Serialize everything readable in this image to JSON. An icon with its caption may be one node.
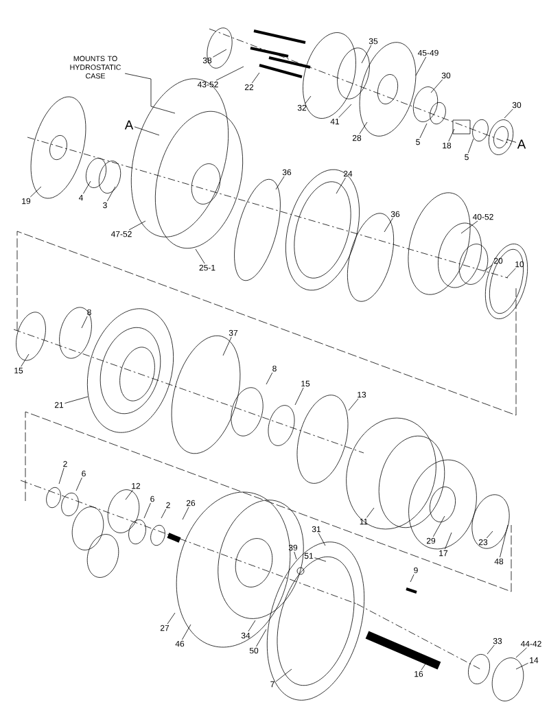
{
  "diagram": {
    "nodes": [
      {
        "text": [
          "MOUNTS TO HYDROSTATIC CASE"
        ]
      },
      {
        "text": [
          "A"
        ]
      },
      {
        "text": [
          "38"
        ]
      },
      {
        "text": [
          "43-52"
        ]
      },
      {
        "text": [
          "22"
        ]
      },
      {
        "text": [
          "35"
        ]
      },
      {
        "text": [
          "45-49"
        ]
      },
      {
        "text": [
          "30"
        ]
      },
      {
        "text": [
          "32"
        ]
      },
      {
        "text": [
          "41"
        ]
      },
      {
        "text": [
          "28"
        ]
      },
      {
        "text": [
          "5"
        ]
      },
      {
        "text": [
          "18"
        ]
      },
      {
        "text": [
          "5"
        ]
      },
      {
        "text": [
          "30"
        ]
      },
      {
        "text": [
          "A"
        ]
      },
      {
        "text": [
          "19"
        ]
      },
      {
        "text": [
          "4"
        ]
      },
      {
        "text": [
          "3"
        ]
      },
      {
        "text": [
          "47-52"
        ]
      },
      {
        "text": [
          "25-1"
        ]
      },
      {
        "text": [
          "36"
        ]
      },
      {
        "text": [
          "24"
        ]
      },
      {
        "text": [
          "36"
        ]
      },
      {
        "text": [
          "40-52"
        ]
      },
      {
        "text": [
          "20"
        ]
      },
      {
        "text": [
          "10"
        ]
      },
      {
        "text": [
          "15"
        ]
      },
      {
        "text": [
          "8"
        ]
      },
      {
        "text": [
          "21"
        ]
      },
      {
        "text": [
          "37"
        ]
      },
      {
        "text": [
          "8"
        ]
      },
      {
        "text": [
          "15"
        ]
      },
      {
        "text": [
          "13"
        ]
      },
      {
        "text": [
          "2"
        ]
      },
      {
        "text": [
          "6"
        ]
      },
      {
        "text": [
          "12"
        ]
      },
      {
        "text": [
          "6"
        ]
      },
      {
        "text": [
          "2"
        ]
      },
      {
        "text": [
          "26"
        ]
      },
      {
        "text": [
          "11"
        ]
      },
      {
        "text": [
          "29"
        ]
      },
      {
        "text": [
          "17"
        ]
      },
      {
        "text": [
          "23"
        ]
      },
      {
        "text": [
          "48"
        ]
      },
      {
        "text": [
          "31"
        ]
      },
      {
        "text": [
          "39"
        ]
      },
      {
        "text": [
          "51"
        ]
      },
      {
        "text": [
          "9"
        ]
      },
      {
        "text": [
          "27"
        ]
      },
      {
        "text": [
          "46"
        ]
      },
      {
        "text": [
          "34"
        ]
      },
      {
        "text": [
          "50"
        ]
      },
      {
        "text": [
          "7"
        ]
      },
      {
        "text": [
          "16"
        ]
      },
      {
        "text": [
          "33"
        ]
      },
      {
        "text": [
          "44-42"
        ]
      },
      {
        "text": [
          "14"
        ]
      }
    ],
    "edges": [
      {
        "from": 0,
        "to": null,
        "arrow": "none"
      },
      {
        "from": 1,
        "to": null,
        "arrow": "none"
      },
      {
        "from": 2,
        "to": null,
        "arrow": "none"
      },
      {
        "from": 3,
        "to": null,
        "arrow": "none"
      },
      {
        "from": 4,
        "to": null,
        "arrow": "none"
      },
      {
        "from": 5,
        "to": null,
        "arrow": "none"
      },
      {
        "from": 6,
        "to": null,
        "arrow": "none"
      },
      {
        "from": 7,
        "to": null,
        "arrow": "none"
      },
      {
        "from": 8,
        "to": null,
        "arrow": "none"
      },
      {
        "from": 9,
        "to": null,
        "arrow": "none"
      },
      {
        "from": 10,
        "to": null,
        "arrow": "none"
      },
      {
        "from": 11,
        "to": null,
        "arrow": "none"
      },
      {
        "from": 12,
        "to": null,
        "arrow": "none"
      },
      {
        "from": 13,
        "to": null,
        "arrow": "none"
      },
      {
        "from": 14,
        "to": null,
        "arrow": "none"
      },
      {
        "from": 15,
        "to": null,
        "arrow": "none"
      },
      {
        "from": 16,
        "to": null,
        "arrow": "none"
      },
      {
        "from": 17,
        "to": null,
        "arrow": "none"
      },
      {
        "from": 18,
        "to": null,
        "arrow": "none"
      },
      {
        "from": 19,
        "to": null,
        "arrow": "none"
      },
      {
        "from": 20,
        "to": null,
        "arrow": "none"
      },
      {
        "from": 21,
        "to": null,
        "arrow": "none"
      },
      {
        "from": 22,
        "to": null,
        "arrow": "none"
      },
      {
        "from": 23,
        "to": null,
        "arrow": "none"
      },
      {
        "from": 24,
        "to": null,
        "arrow": "none"
      },
      {
        "from": 25,
        "to": null,
        "arrow": "none"
      },
      {
        "from": 26,
        "to": null,
        "arrow": "none"
      },
      {
        "from": 27,
        "to": null,
        "arrow": "none"
      },
      {
        "from": 28,
        "to": null,
        "arrow": "none"
      },
      {
        "from": 29,
        "to": null,
        "arrow": "none"
      },
      {
        "from": 30,
        "to": null,
        "arrow": "none"
      },
      {
        "from": 31,
        "to": null,
        "arrow": "none"
      },
      {
        "from": 32,
        "to": null,
        "arrow": "none"
      },
      {
        "from": 33,
        "to": null,
        "arrow": "none"
      },
      {
        "from": 34,
        "to": null,
        "arrow": "none"
      },
      {
        "from": 35,
        "to": null,
        "arrow": "none"
      },
      {
        "from": 36,
        "to": null,
        "arrow": "none"
      },
      {
        "from": 37,
        "to": null,
        "arrow": "none"
      },
      {
        "from": 38,
        "to": null,
        "arrow": "none"
      },
      {
        "from": 39,
        "to": null,
        "arrow": "none"
      },
      {
        "from": 40,
        "to": null,
        "arrow": "none"
      },
      {
        "from": 41,
        "to": null,
        "arrow": "none"
      },
      {
        "from": 42,
        "to": null,
        "arrow": "none"
      },
      {
        "from": 43,
        "to": null,
        "arrow": "none"
      },
      {
        "from": 44,
        "to": null,
        "arrow": "none"
      },
      {
        "from": 45,
        "to": null,
        "arrow": "none"
      },
      {
        "from": 46,
        "to": null,
        "arrow": "none"
      },
      {
        "from": 47,
        "to": null,
        "arrow": "none"
      },
      {
        "from": 48,
        "to": null,
        "arrow": "none"
      },
      {
        "from": 49,
        "to": null,
        "arrow": "none"
      },
      {
        "from": 50,
        "to": null,
        "arrow": "none"
      },
      {
        "from": 51,
        "to": null,
        "arrow": "none"
      },
      {
        "from": 52,
        "to": null,
        "arrow": "none"
      },
      {
        "from": 53,
        "to": null,
        "arrow": "none"
      },
      {
        "from": 54,
        "to": null,
        "arrow": "none"
      },
      {
        "from": 55,
        "to": null,
        "arrow": "none"
      },
      {
        "from": 56,
        "to": null,
        "arrow": "none"
      },
      {
        "from": 57,
        "to": null,
        "arrow": "none"
      }
    ]
  }
}
